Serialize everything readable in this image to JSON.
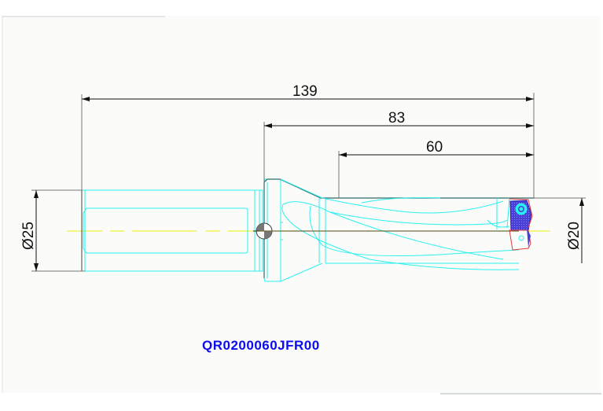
{
  "drawing": {
    "type": "technical-drawing",
    "subject": "indexable insert drill",
    "part_number": "QR0200060JFR00",
    "dimensions": {
      "overall_length": "139",
      "body_length": "83",
      "flute_length": "60",
      "shank_diameter": "Ø25",
      "cutting_diameter": "Ø20"
    },
    "colors": {
      "background": "#fbfcfa",
      "outline": "#29f0f0",
      "dimension_line": "#222222",
      "centerline": "#f2f25a",
      "insert_fill": "#4a3fd6",
      "insert_outline_back": "#e23a3a",
      "part_number": "#0b0bf0"
    }
  }
}
